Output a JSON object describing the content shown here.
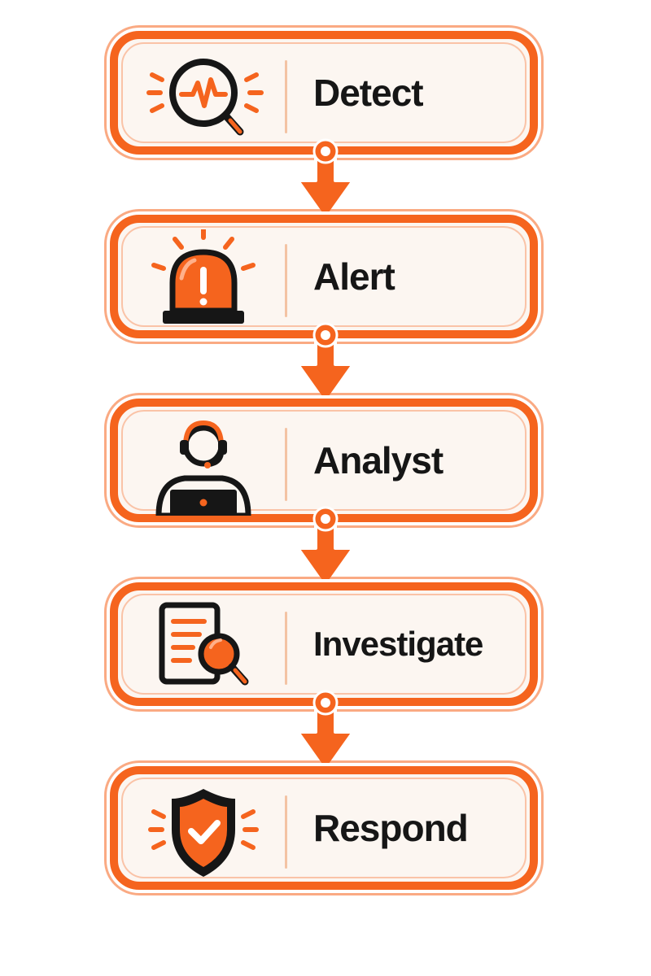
{
  "colors": {
    "accent": "#f5641e",
    "dark": "#161616",
    "fill": "#fcf6f1"
  },
  "steps": [
    {
      "label": "Detect",
      "icon": "magnifier-pulse-icon"
    },
    {
      "label": "Alert",
      "icon": "siren-icon"
    },
    {
      "label": "Analyst",
      "icon": "headset-analyst-icon"
    },
    {
      "label": "Investigate",
      "icon": "document-search-icon"
    },
    {
      "label": "Respond",
      "icon": "shield-check-icon"
    }
  ]
}
